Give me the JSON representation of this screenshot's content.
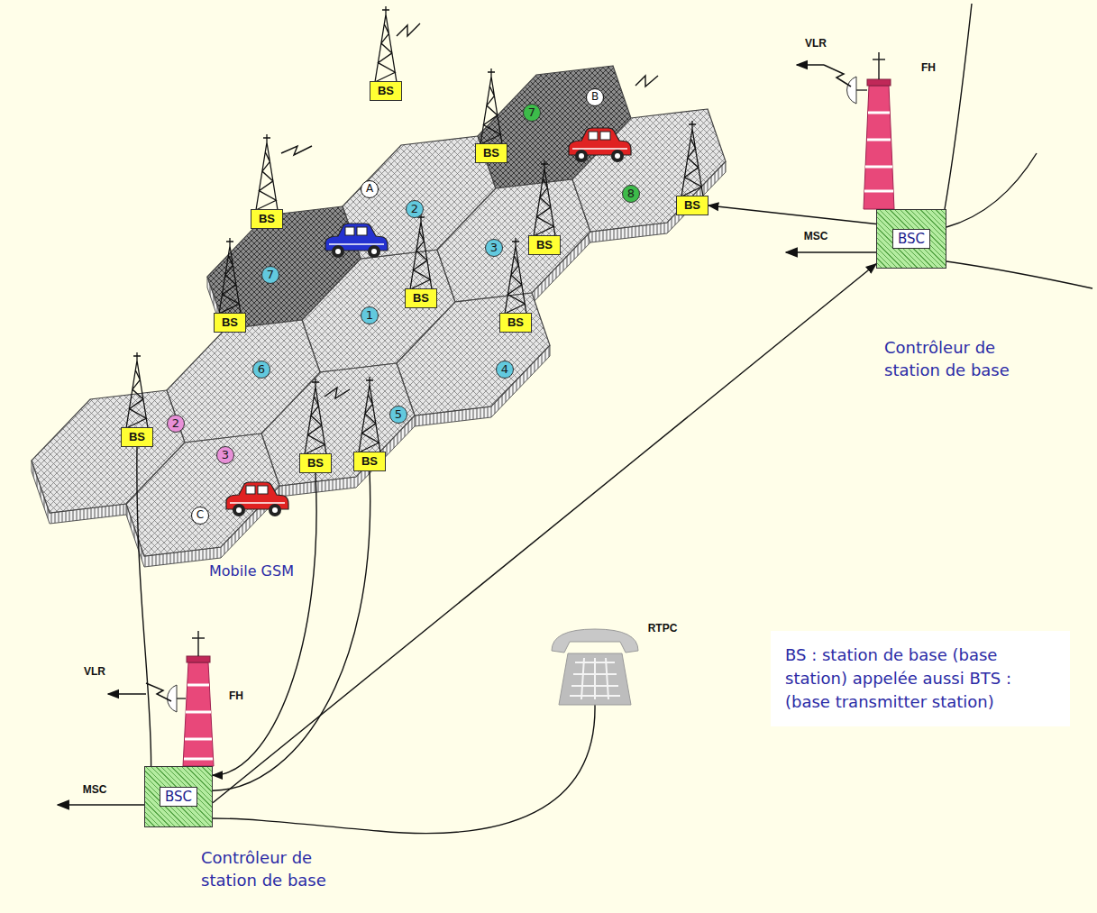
{
  "diagram": {
    "nodes": [
      {
        "text": [
          "BS"
        ]
      },
      {
        "text": [
          "BS"
        ]
      },
      {
        "text": [
          "BS"
        ]
      },
      {
        "text": [
          "BS"
        ]
      },
      {
        "text": [
          "BS"
        ]
      },
      {
        "text": [
          "BS"
        ]
      },
      {
        "text": [
          "BS"
        ]
      },
      {
        "text": [
          "BS"
        ]
      },
      {
        "text": [
          "BS"
        ]
      },
      {
        "text": [
          "BS"
        ]
      },
      {
        "text": [
          "BS"
        ]
      },
      {
        "text": [
          "BSC",
          "Contrôleur de station de base"
        ]
      },
      {
        "text": [
          "BS : station de base (base station) appelée aussi BTS : (base transmitter station)"
        ]
      },
      {
        "text": [
          "BSC",
          "Contrôleur de station de base"
        ]
      }
    ],
    "edges": [
      {
        "from": 8,
        "to": 13,
        "arrow": "none"
      },
      {
        "from": 10,
        "to": 13,
        "arrow": "to"
      },
      {
        "from": 9,
        "to": 13,
        "arrow": "none"
      },
      {
        "from": 13,
        "to": 11,
        "arrow": "to"
      },
      {
        "from": 11,
        "to": 2,
        "arrow": "to"
      }
    ],
    "labels": [
      "VLR",
      "FH",
      "MSC",
      "7",
      "B",
      "2",
      "A",
      "8",
      "3",
      "7",
      "1",
      "6",
      "4",
      "2",
      "5",
      "3",
      "C",
      "Mobile GSM",
      "VLR",
      "FH",
      "MSC",
      "RTPC"
    ]
  }
}
